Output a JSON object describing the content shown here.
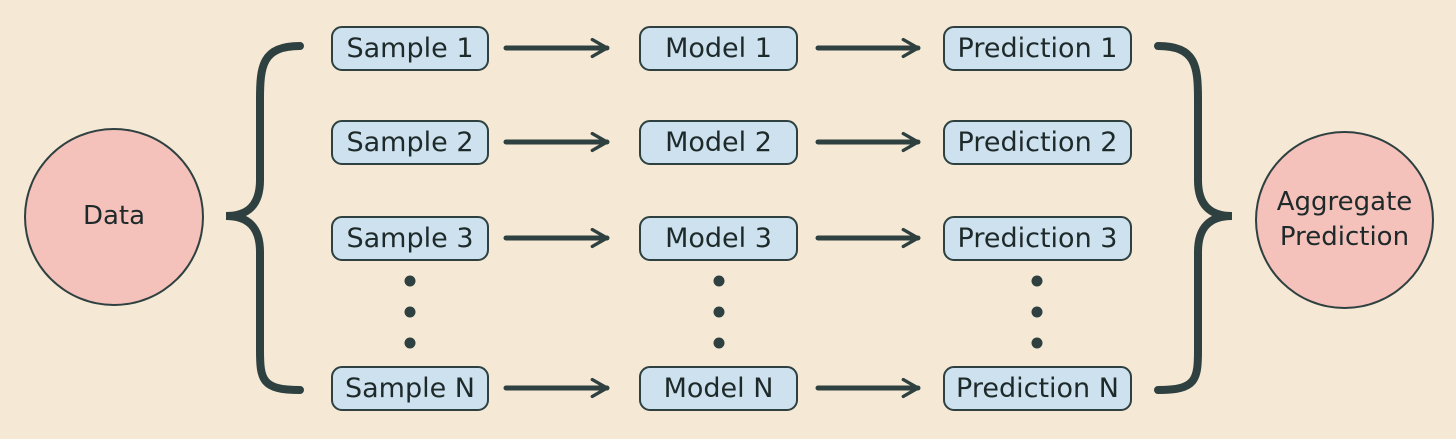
{
  "data_node": {
    "label": "Data"
  },
  "aggregate_node": {
    "label_line1": "Aggregate",
    "label_line2": "Prediction"
  },
  "rows": [
    {
      "sample": "Sample 1",
      "model": "Model 1",
      "prediction": "Prediction 1"
    },
    {
      "sample": "Sample 2",
      "model": "Model 2",
      "prediction": "Prediction 2"
    },
    {
      "sample": "Sample 3",
      "model": "Model 3",
      "prediction": "Prediction 3"
    },
    {
      "sample": "Sample N",
      "model": "Model N",
      "prediction": "Prediction N"
    }
  ],
  "colors": {
    "background": "#f5e9d6",
    "box_fill": "#cde1ee",
    "circle_fill": "#f4c1bb",
    "stroke": "#2e403f"
  }
}
